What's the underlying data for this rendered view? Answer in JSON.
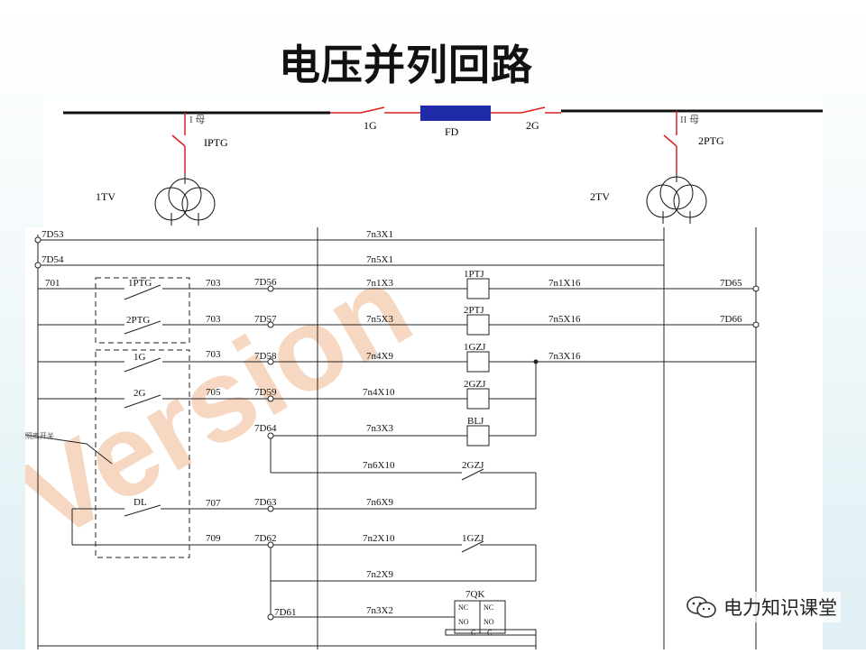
{
  "slide": {
    "title": "电压并列回路"
  },
  "busbar": {
    "bus1_label": "I 母",
    "bus2_label": "II 母",
    "switch_1g": "1G",
    "switch_2g": "2G",
    "tie_breaker": "FD",
    "ptg1": "IPTG",
    "ptg2": "2PTG",
    "tv1": "1TV",
    "tv2": "2TV"
  },
  "schematic": {
    "terminals": {
      "d53": "7D53",
      "d54": "7D54",
      "d56": "7D56",
      "d57": "7D57",
      "d58": "7D58",
      "d59": "7D59",
      "d64": "7D64",
      "d63": "7D63",
      "d62": "7D62",
      "d61": "7D61",
      "d65": "7D65",
      "d66": "7D66"
    },
    "wires": {
      "w701": "701",
      "w703a": "703",
      "w703b": "703",
      "w703c": "703",
      "w705": "705",
      "w707": "707",
      "w709": "709"
    },
    "nodes": {
      "n3x1": "7n3X1",
      "n5x1": "7n5X1",
      "n1x3": "7n1X3",
      "n5x3": "7n5X3",
      "n4x9": "7n4X9",
      "n4x10": "7n4X10",
      "n3x3": "7n3X3",
      "n6x10": "7n6X10",
      "n6x9": "7n6X9",
      "n2x10": "7n2X10",
      "n2x9": "7n2X9",
      "n3x2": "7n3X2",
      "n1x16": "7n1X16",
      "n5x16": "7n5X16",
      "n3x16": "7n3X16"
    },
    "contacts": {
      "c1ptg": "1PTG",
      "c2ptg": "2PTG",
      "c1g": "1G",
      "c2g": "2G",
      "cdl": "DL",
      "c2gzj": "2GZJ",
      "c1gzj": "1GZJ"
    },
    "relays": {
      "r1ptj": "1PTJ",
      "r2ptj": "2PTJ",
      "r1gzj": "1GZJ",
      "r2gzj": "2GZJ",
      "rblj": "BLJ",
      "r7qk": "7QK"
    },
    "qk_labels": {
      "nc": "NC",
      "no": "NO",
      "c": "C"
    },
    "left_cut_label": "隔离开关"
  },
  "watermark": {
    "text": "Version"
  },
  "brand": {
    "name": "电力知识课堂",
    "icon": "wechat-icon"
  },
  "colors": {
    "relay_contact": "#d92020",
    "tie_breaker_fill": "#1f2aa8",
    "watermark": "#f2c9a8",
    "line": "#222222"
  }
}
